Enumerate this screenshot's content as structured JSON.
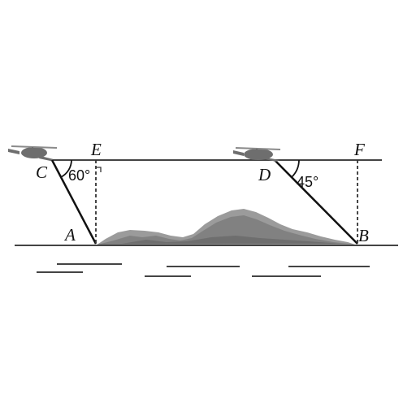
{
  "diagram": {
    "points": {
      "C": "C",
      "E": "E",
      "D": "D",
      "F": "F",
      "A": "A",
      "B": "B"
    },
    "angles": {
      "at_C": "60°",
      "at_D": "45°"
    },
    "colors": {
      "ink": "#111111",
      "line": "#444444",
      "terrain": "#8a8a8a",
      "helicopter": "#6e6e6e"
    },
    "icons": {
      "helicopter_left": "helicopter-icon",
      "helicopter_right": "helicopter-icon",
      "terrain": "mountain-icon"
    }
  }
}
